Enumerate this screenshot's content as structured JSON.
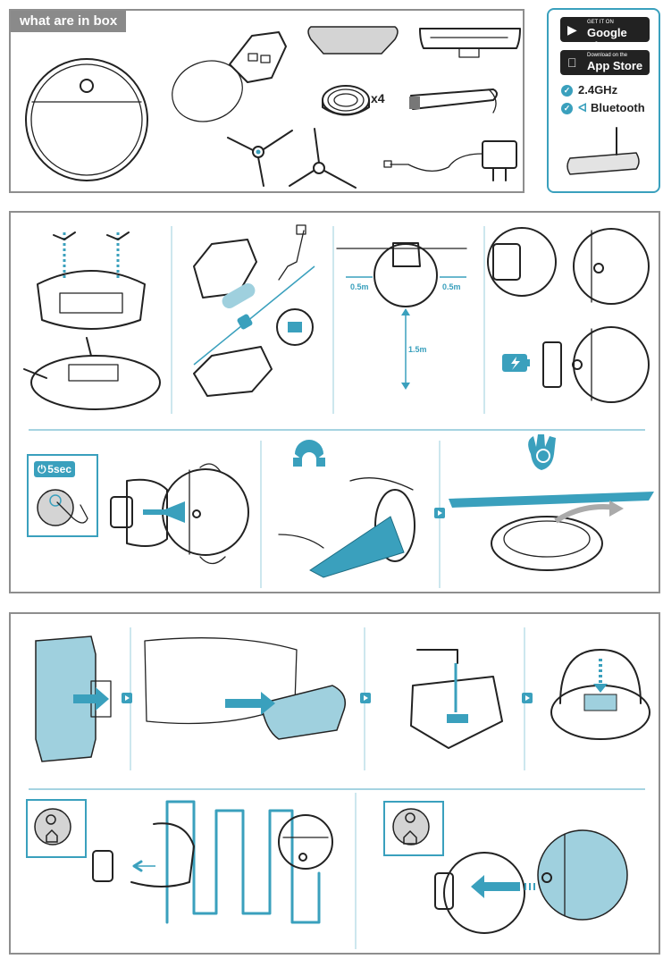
{
  "box_section": {
    "title": "what are in box",
    "mop_quantity": "x4"
  },
  "app_panel": {
    "google_play": {
      "small": "GET IT ON",
      "big": "Google Play"
    },
    "app_store": {
      "small": "Download on the",
      "big": "App Store"
    },
    "wifi": "2.4GHz",
    "bluetooth": "Bluetooth"
  },
  "setup_section": {
    "clearance_side_left": "0.5m",
    "clearance_side_right": "0.5m",
    "clearance_front": "1.5m",
    "power_hold": "5sec"
  },
  "icons": [
    "robot-vacuum-icon",
    "charging-dock-icon",
    "mop-pad-icon",
    "water-tank-icon",
    "magnetic-tape-icon",
    "cleaning-tool-icon",
    "side-brush-icon",
    "power-adapter-icon",
    "google-play-icon",
    "apple-icon",
    "check-icon",
    "bluetooth-icon",
    "router-icon",
    "battery-charging-icon",
    "power-button-icon",
    "magnet-icon",
    "stop-hand-icon",
    "home-button-icon",
    "step-arrow-icon"
  ],
  "colors": {
    "accent": "#3aa0bd",
    "accent_light": "#9fd0de",
    "frame": "#8e8e8e"
  }
}
